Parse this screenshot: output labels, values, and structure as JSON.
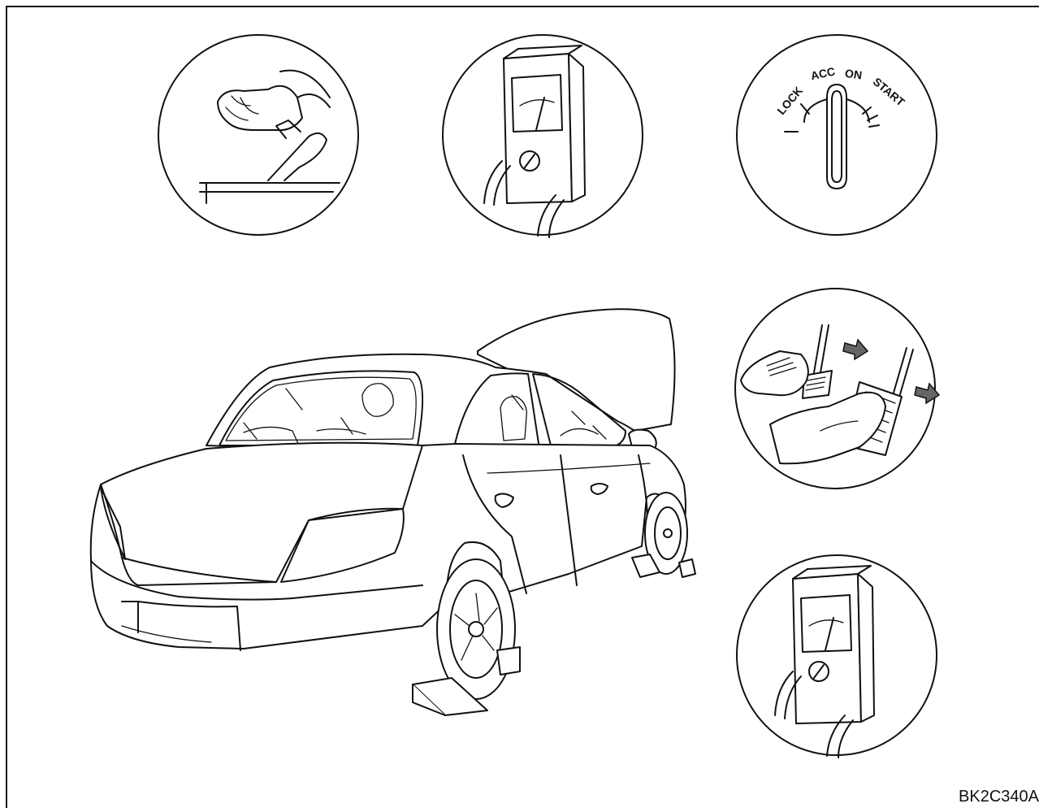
{
  "figure_code": "BK2C340A",
  "ignition_switch": {
    "lock": "LOCK",
    "acc": "ACC",
    "on": "ON",
    "start": "START"
  },
  "colors": {
    "ink": "#111111",
    "background": "#ffffff",
    "arrow_fill": "#666666"
  }
}
